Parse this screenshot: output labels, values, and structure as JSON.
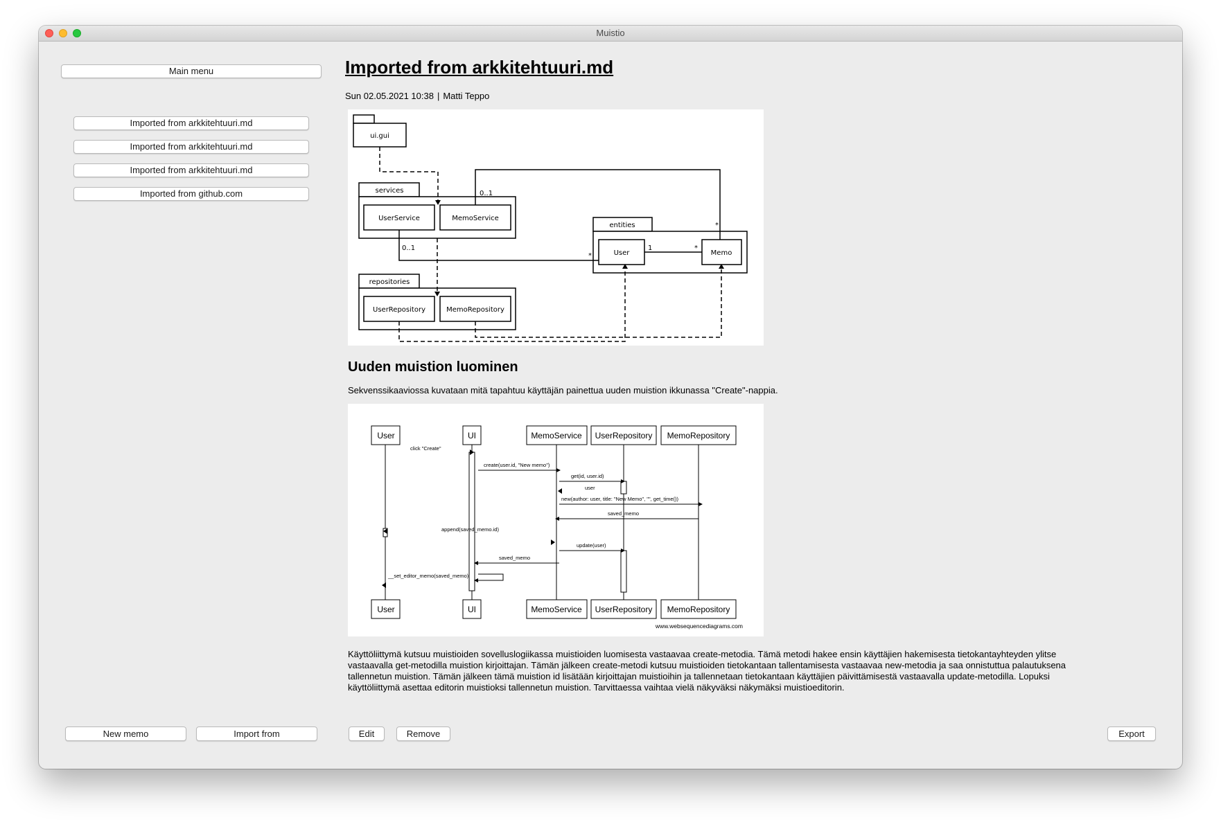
{
  "window": {
    "title": "Muistio"
  },
  "sidebar": {
    "main_menu_label": "Main menu",
    "memos": [
      {
        "label": "Imported from arkkitehtuuri.md"
      },
      {
        "label": "Imported from arkkitehtuuri.md"
      },
      {
        "label": "Imported from arkkitehtuuri.md"
      },
      {
        "label": "Imported from github.com"
      }
    ],
    "new_memo_label": "New memo",
    "import_label": "Import from"
  },
  "memo": {
    "title": "Imported from arkkitehtuuri.md",
    "date": "Sun 02.05.2021 10:38",
    "separator": "|",
    "author": "Matti Teppo",
    "section_heading": "Uuden muistion luominen",
    "intro_text": "Sekvenssikaaviossa kuvataan mitä tapahtuu käyttäjän painettua uuden muistion ikkunassa \"Create\"-nappia.",
    "body_text": "Käyttöliittymä kutsuu muistioiden sovelluslogiikassa muistioiden luomisesta vastaavaa create-metodia. Tämä metodi hakee ensin käyttäjien hakemisesta tietokantayhteyden ylitse vastaavalla get-metodilla muistion kirjoittajan. Tämän jälkeen create-metodi kutsuu muistioiden tietokantaan tallentamisesta vastaavaa new-metodia ja saa onnistuttua palautuksena tallennetun muistion. Tämän jälkeen tämä muistion id lisätään kirjoittajan muistioihin ja tallennetaan tietokantaan käyttäjien päivittämisestä vastaavalla update-metodilla. Lopuksi käyttöliittymä asettaa editorin muistioksi tallennetun muistion. Tarvittaessa vaihtaa vielä näkyväksi näkymäksi muistioeditorin."
  },
  "package_diagram": {
    "packages": {
      "ui": "ui.gui",
      "services": "services",
      "repositories": "repositories",
      "entities": "entities"
    },
    "classes": {
      "user_service": "UserService",
      "memo_service": "MemoService",
      "user_repository": "UserRepository",
      "memo_repository": "MemoRepository",
      "user": "User",
      "memo": "Memo"
    },
    "multiplicities": {
      "memo_service_top": "0..1",
      "user_service_bottom": "0..1",
      "user_left": "*",
      "user_memo_one": "1",
      "user_memo_many": "*",
      "memo_top": "*"
    }
  },
  "sequence_diagram": {
    "participants": [
      "User",
      "UI",
      "MemoService",
      "UserRepository",
      "MemoRepository"
    ],
    "messages": [
      "click \"Create\"",
      "create(user.id, \"New memo\")",
      "get(id, user.id)",
      "user",
      "new(author: user, title: \"New Memo\", \"\", get_time())",
      "saved_memo",
      "append(saved_memo.id)",
      "update(user)",
      "saved_memo",
      "__set_editor_memo(saved_memo)"
    ],
    "watermark": "www.websequencediagrams.com"
  },
  "toolbar": {
    "edit_label": "Edit",
    "remove_label": "Remove",
    "export_label": "Export"
  }
}
